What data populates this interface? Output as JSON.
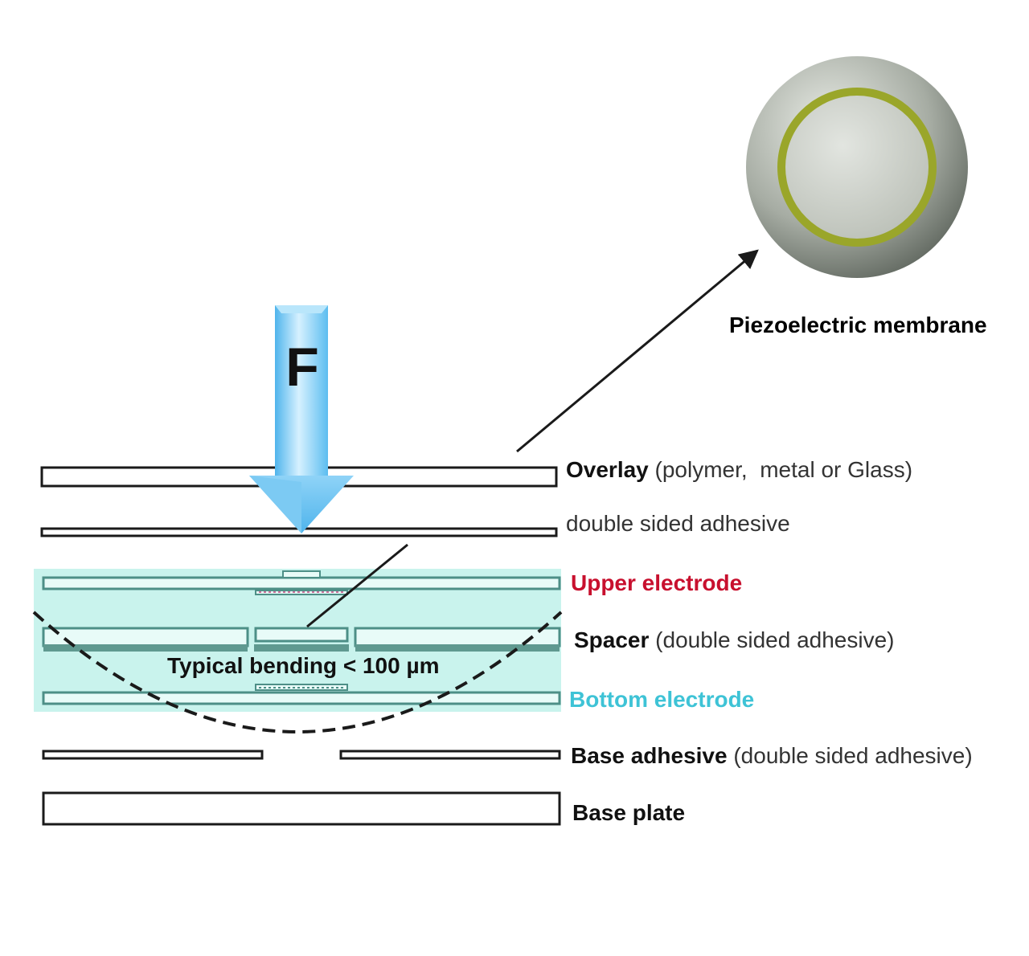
{
  "force_label": "F",
  "membrane_label": "Piezoelectric membrane",
  "bending_note": "Typical  bending < 100 µm",
  "layers": {
    "overlay": {
      "name": "Overlay",
      "detail": " (polymer,  metal or Glass)"
    },
    "adhesive": {
      "detail": "double sided adhesive"
    },
    "upper_electrode": {
      "name": "Upper electrode"
    },
    "spacer": {
      "name": "Spacer",
      "detail": " (double sided adhesive)"
    },
    "bottom_electrode": {
      "name": "Bottom electrode"
    },
    "base_adhesive": {
      "name": "Base adhesive",
      "detail": " (double sided adhesive)"
    },
    "base_plate": {
      "name": "Base plate"
    }
  },
  "colors": {
    "outline": "#1a1a1a",
    "electrode_band": "#bff1ea",
    "electrode_line": "#4d8f87",
    "upper_electrode_text": "#c8102e",
    "bottom_electrode_text": "#3ec3d6",
    "arrow_light": "#d6f1ff",
    "arrow_dark": "#4fb4ec",
    "membrane_ring": "#9aa62a"
  }
}
